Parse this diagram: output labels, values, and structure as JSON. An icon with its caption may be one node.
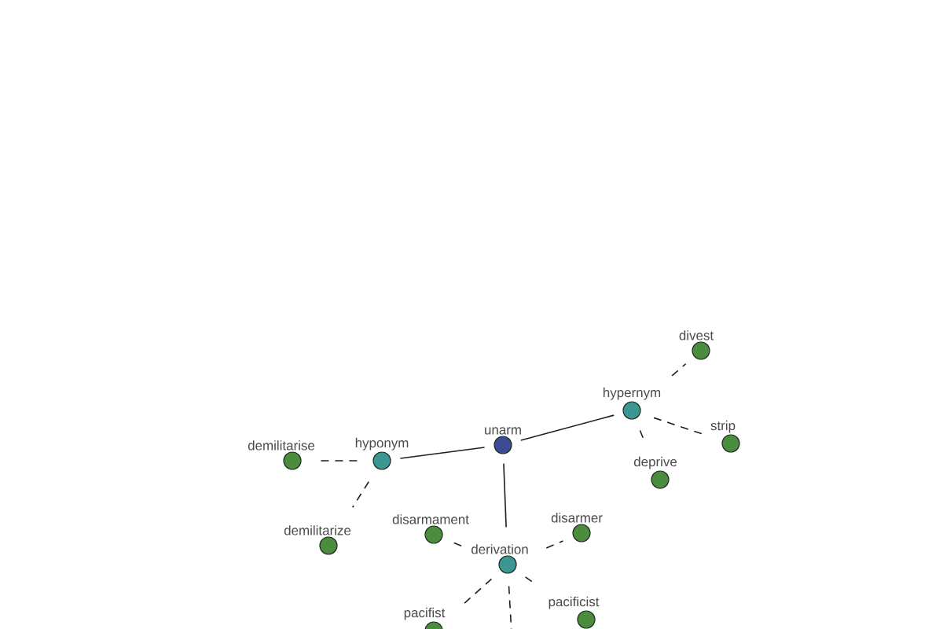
{
  "diagram": {
    "nodes": [
      {
        "text": [
          "divest"
        ]
      },
      {
        "text": [
          "hypernym"
        ]
      },
      {
        "text": [
          "unarm"
        ]
      },
      {
        "text": [
          "strip"
        ]
      },
      {
        "text": [
          "demilitarise"
        ]
      },
      {
        "text": [
          "hyponym"
        ]
      },
      {
        "text": [
          "deprive"
        ]
      },
      {
        "text": [
          "disarmer"
        ]
      },
      {
        "text": [
          "disarmament"
        ]
      },
      {
        "text": [
          "demilitarize"
        ]
      },
      {
        "text": [
          "derivation"
        ]
      },
      {
        "text": [
          "pacificist"
        ]
      },
      {
        "text": [
          "pacifist"
        ]
      }
    ],
    "edges": [
      {
        "from": 2,
        "to": 1,
        "arrow": "none"
      },
      {
        "from": 2,
        "to": 5,
        "arrow": "none"
      },
      {
        "from": 2,
        "to": 10,
        "arrow": "none"
      },
      {
        "from": 1,
        "to": 0,
        "arrow": "none",
        "style": "dashed"
      },
      {
        "from": 1,
        "to": 3,
        "arrow": "none",
        "style": "dashed"
      },
      {
        "from": 1,
        "to": 6,
        "arrow": "none",
        "style": "dashed"
      },
      {
        "from": 5,
        "to": 4,
        "arrow": "none",
        "style": "dashed"
      },
      {
        "from": 5,
        "to": 9,
        "arrow": "none",
        "style": "dashed"
      },
      {
        "from": 10,
        "to": 8,
        "arrow": "none",
        "style": "dashed"
      },
      {
        "from": 10,
        "to": 7,
        "arrow": "none",
        "style": "dashed"
      },
      {
        "from": 10,
        "to": 12,
        "arrow": "none",
        "style": "dashed"
      },
      {
        "from": 10,
        "to": 11,
        "arrow": "none",
        "style": "dashed"
      },
      {
        "from": 10,
        "to": null,
        "arrow": "none",
        "style": "dashed"
      }
    ]
  }
}
